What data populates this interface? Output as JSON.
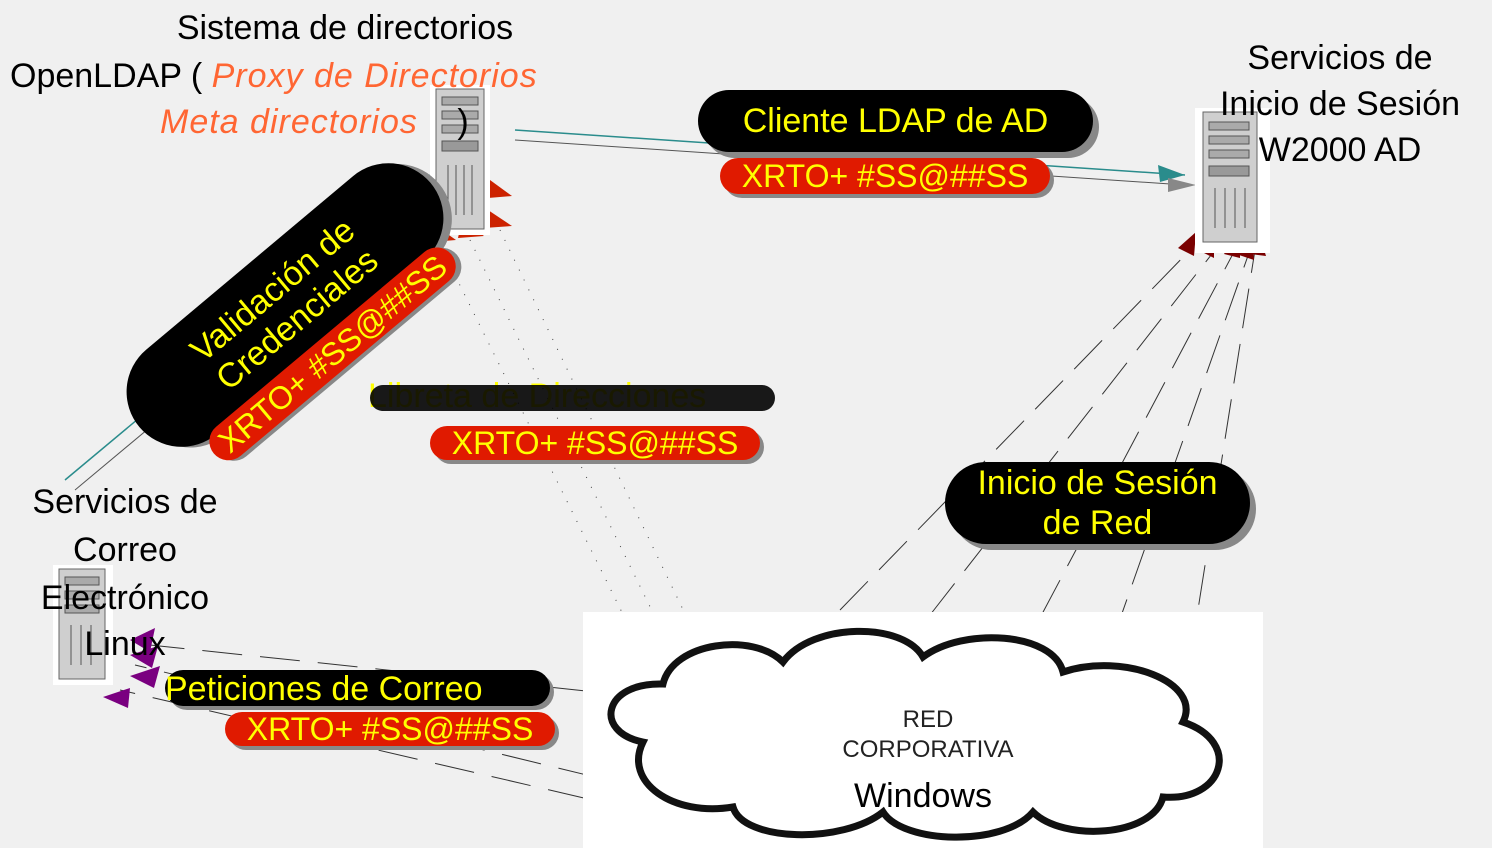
{
  "nodes": {
    "openldap": {
      "title_line1": "Sistema de directorios",
      "title_line2_prefix": "OpenLDAP (",
      "title_line2_italic": "Proxy de Directorios",
      "title_line3_italic": "Meta directorios",
      "title_line3_suffix": ")"
    },
    "w2000": {
      "line1": "Servicios de",
      "line2": "Inicio de Sesión",
      "line3": "W2000 AD"
    },
    "mail": {
      "line1": "Servicios de",
      "line2": "Correo",
      "line3": "Electrónico",
      "line4": "Linux"
    },
    "network": {
      "line1": "RED",
      "line2": "CORPORATIVA",
      "line3": "Windows"
    }
  },
  "links": {
    "ldap_client": {
      "label": "Cliente LDAP de AD",
      "code": "XRTO+ #SS@##SS"
    },
    "credentials": {
      "line1": "Validación de",
      "line2": "Credenciales",
      "code": "XRTO+ #SS@##SS"
    },
    "address_book": {
      "label": "Libreta de Direcciones",
      "code": "XRTO+ #SS@##SS"
    },
    "network_login": {
      "line1": "Inicio de Sesión",
      "line2": "de Red"
    },
    "mail_requests": {
      "label": "Peticiones de Correo",
      "code": "XRTO+ #SS@##SS"
    }
  },
  "colors": {
    "background": "#f0f0f0",
    "pill": "#000000",
    "code_pill": "#e01a00",
    "highlight_text": "#ffff00",
    "italic_text": "#ff6633",
    "teal_line": "#2a8c8c",
    "dark_red_arrow": "#7a0000",
    "purple_arrow": "#7a0080"
  }
}
